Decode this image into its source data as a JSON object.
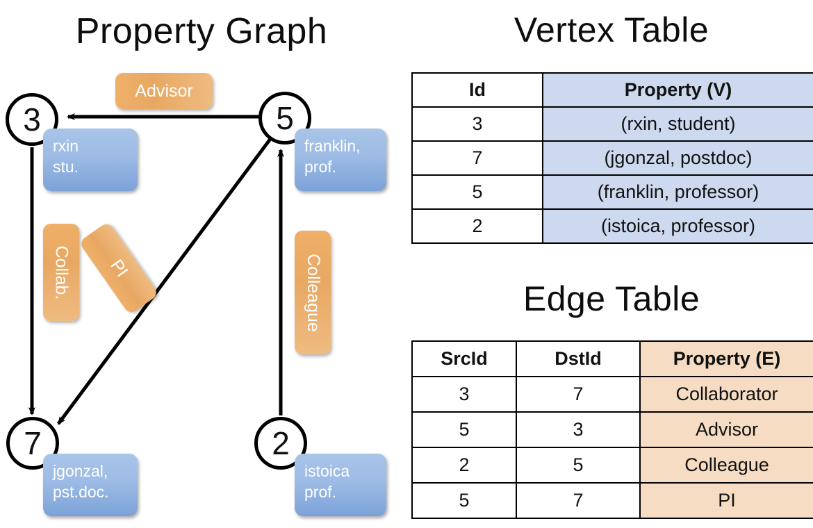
{
  "titles": {
    "graph": "Property Graph",
    "vertex_table": "Vertex Table",
    "edge_table": "Edge Table"
  },
  "colors": {
    "node_stroke": "#000000",
    "vertex_property_fill": "#ccd9ee",
    "edge_property_fill": "#f5dcc3",
    "vertex_box_fill": "#9dbbe5",
    "edge_label_fill": "#e8a863",
    "text": "#111111"
  },
  "graph": {
    "nodes": [
      {
        "id": "3",
        "property_line1": "rxin",
        "property_line2": "stu."
      },
      {
        "id": "5",
        "property_line1": "franklin,",
        "property_line2": "prof."
      },
      {
        "id": "7",
        "property_line1": "jgonzal,",
        "property_line2": "pst.doc."
      },
      {
        "id": "2",
        "property_line1": "istoica",
        "property_line2": "prof."
      }
    ],
    "edge_labels": [
      {
        "text": "Advisor",
        "orientation": "horizontal"
      },
      {
        "text": "Collab.",
        "orientation": "vertical"
      },
      {
        "text": "PI",
        "orientation": "diagonal"
      },
      {
        "text": "Colleague",
        "orientation": "vertical"
      }
    ],
    "edges": [
      {
        "src": "5",
        "dst": "3",
        "label": "Advisor"
      },
      {
        "src": "3",
        "dst": "7",
        "label": "Collab."
      },
      {
        "src": "5",
        "dst": "7",
        "label": "PI"
      },
      {
        "src": "2",
        "dst": "5",
        "label": "Colleague"
      }
    ]
  },
  "vertex_table": {
    "headers": [
      "Id",
      "Property (V)"
    ],
    "rows": [
      {
        "id": "3",
        "property": "(rxin, student)"
      },
      {
        "id": "7",
        "property": "(jgonzal, postdoc)"
      },
      {
        "id": "5",
        "property": "(franklin, professor)"
      },
      {
        "id": "2",
        "property": "(istoica, professor)"
      }
    ]
  },
  "edge_table": {
    "headers": [
      "SrcId",
      "DstId",
      "Property (E)"
    ],
    "rows": [
      {
        "src": "3",
        "dst": "7",
        "property": "Collaborator"
      },
      {
        "src": "5",
        "dst": "3",
        "property": "Advisor"
      },
      {
        "src": "2",
        "dst": "5",
        "property": "Colleague"
      },
      {
        "src": "5",
        "dst": "7",
        "property": "PI"
      }
    ]
  }
}
